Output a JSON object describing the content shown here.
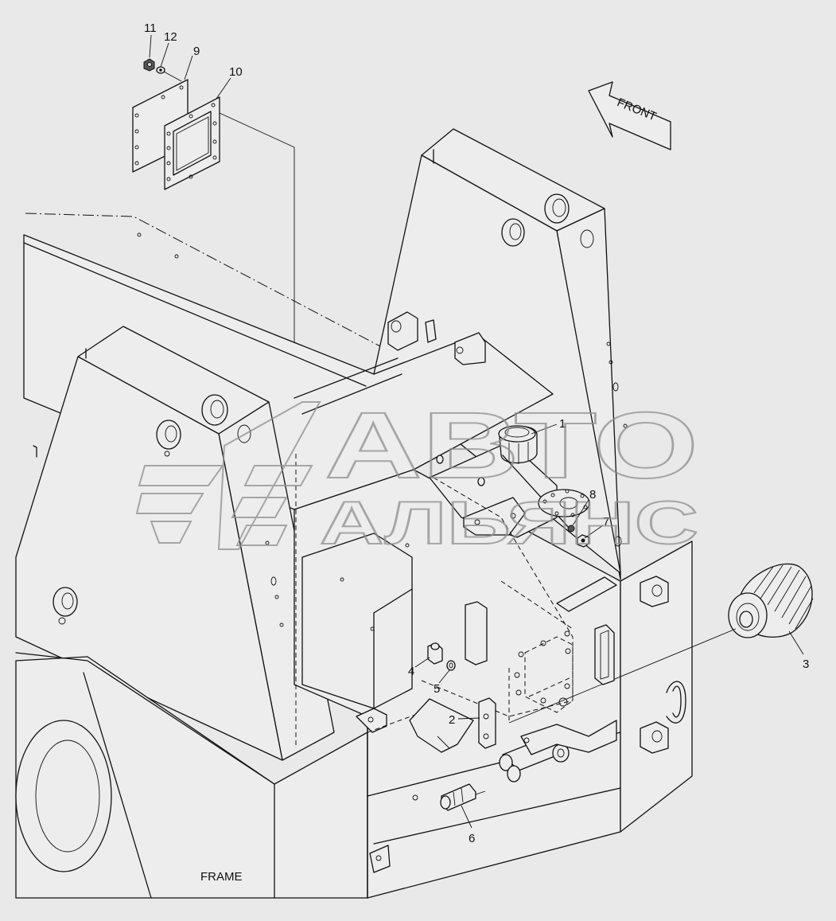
{
  "diagram": {
    "frame_label": "FRAME",
    "direction_label": "FRONT",
    "callouts": [
      {
        "id": "c1",
        "text": "1"
      },
      {
        "id": "c2",
        "text": "2"
      },
      {
        "id": "c3",
        "text": "3"
      },
      {
        "id": "c4",
        "text": "4"
      },
      {
        "id": "c5",
        "text": "5"
      },
      {
        "id": "c6",
        "text": "6"
      },
      {
        "id": "c7",
        "text": "7"
      },
      {
        "id": "c8",
        "text": "8"
      },
      {
        "id": "c9",
        "text": "9"
      },
      {
        "id": "c10",
        "text": "10"
      },
      {
        "id": "c11",
        "text": "11"
      },
      {
        "id": "c12",
        "text": "12"
      }
    ]
  },
  "watermark": {
    "line1": "АВТО",
    "line2": "АЛЬЯНС"
  },
  "colors": {
    "background": "#e9e9e9",
    "line": "#111111",
    "watermark": "#8d8d8d"
  }
}
